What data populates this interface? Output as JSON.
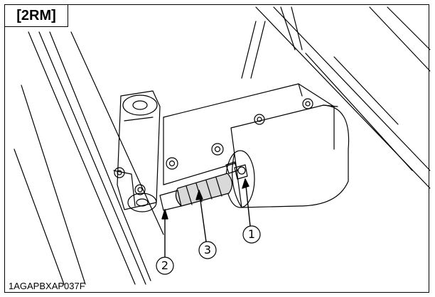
{
  "model_tag": "[2RM]",
  "figure_code": "1AGAPBXAP037F",
  "callouts": [
    {
      "id": "1",
      "label": "①"
    },
    {
      "id": "2",
      "label": "②"
    },
    {
      "id": "3",
      "label": "③"
    }
  ],
  "colors": {
    "line": "#000000",
    "background": "#ffffff",
    "shade": "#9a9a9a"
  }
}
